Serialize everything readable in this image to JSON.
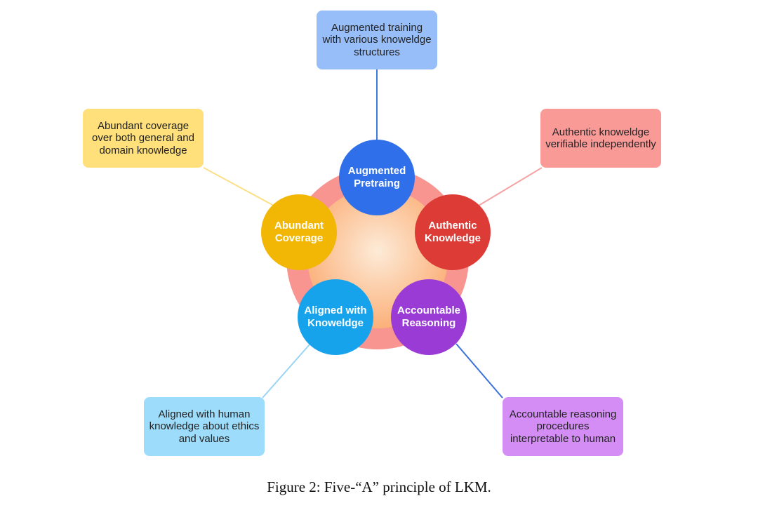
{
  "diagram": {
    "center": {
      "colors": {
        "ring": "#F99591",
        "inner_light": "#FDEBD8",
        "inner_dark": "#FBB079"
      }
    },
    "nodes": [
      {
        "id": "augmented",
        "label": "Augmented Pretraing",
        "color": "#2F6FEA"
      },
      {
        "id": "authentic",
        "label": "Authentic Knowledge",
        "color": "#DC3B36"
      },
      {
        "id": "accountable",
        "label": "Accountable Reasoning",
        "color": "#9A3BD6"
      },
      {
        "id": "aligned",
        "label": "Aligned with Knoweldge",
        "color": "#17A3EC"
      },
      {
        "id": "abundant",
        "label": "Abundant Coverage",
        "color": "#F2B705"
      }
    ],
    "boxes": [
      {
        "id": "augmented",
        "text": "Augmented training with various knoweldge structures",
        "color": "#98BEF9",
        "connector": "#3A7BE0"
      },
      {
        "id": "authentic",
        "text": "Authentic knoweldge verifiable independently",
        "color": "#F99A97",
        "connector": "#F3A3A3"
      },
      {
        "id": "accountable",
        "text": "Accountable reasoning procedures interpretable to human",
        "color": "#D58DF6",
        "connector": "#3C70DB"
      },
      {
        "id": "aligned",
        "text": "Aligned with human knowledge about ethics and values",
        "color": "#9DDCFA",
        "connector": "#9BD4F5"
      },
      {
        "id": "abundant",
        "text": "Abundant coverage over both general and domain knowledge",
        "color": "#FFE07A",
        "connector": "#FBE08A"
      }
    ]
  },
  "caption": "Figure 2: Five-“A” principle of LKM."
}
